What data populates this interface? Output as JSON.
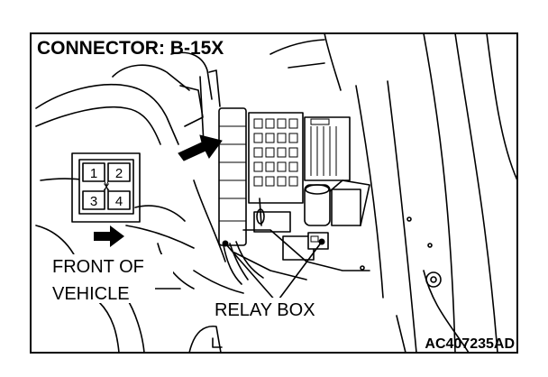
{
  "title": "CONNECTOR: B-15X",
  "connector_pins": [
    "1",
    "2",
    "X",
    "3",
    "4"
  ],
  "front_label_line1": "FRONT OF",
  "front_label_line2": "VEHICLE",
  "relay_box_label": "RELAY BOX",
  "figure_code": "AC407235AD",
  "colors": {
    "ink": "#000000",
    "background": "#ffffff"
  },
  "icons": [
    "front-arrow-icon",
    "connector-pointer-arrow-icon"
  ]
}
